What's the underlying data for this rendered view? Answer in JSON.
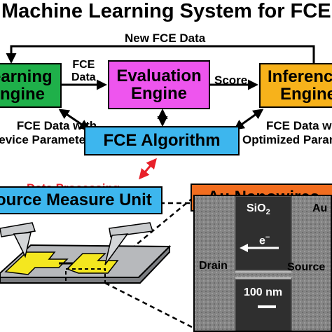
{
  "title": "Machine Learning System for FCE",
  "top_arrow_label": "New FCE Data",
  "learning_engine": {
    "line1": "Learning",
    "line2": "Engine",
    "color": "#1fb04a"
  },
  "evaluation_engine": {
    "line1": "Evaluation",
    "line2": "Engine",
    "color": "#ee55ee"
  },
  "inference_engine": {
    "line1": "Inference",
    "line2": "Engine",
    "color": "#f7b21b"
  },
  "fce_data_label": {
    "line1": "FCE",
    "line2": "Data"
  },
  "score_label": "Score",
  "data_with_params_label": {
    "line1": "FCE Data with",
    "line2": "Device Parameters"
  },
  "fce_data_optimized_label": {
    "line1": "FCE Data with",
    "line2": "Optimized Parameters"
  },
  "fce_algorithm": {
    "label": "FCE Algorithm",
    "color": "#3db6ee"
  },
  "data_processing_label": "Data Processing",
  "data_processing_color": "#e8202a",
  "smu": {
    "label": "Source Measure Unit",
    "color": "#3db6ee"
  },
  "nanowire": {
    "title": "Au Nanowires",
    "title_color": "#f26d1f",
    "sio2_label": "SiO",
    "sio2_sub": "2",
    "au_label": "Au",
    "electron_label": "e",
    "electron_sup": "−",
    "drain_label": "Drain",
    "source_label": "Source",
    "scale_label": "100 nm"
  }
}
